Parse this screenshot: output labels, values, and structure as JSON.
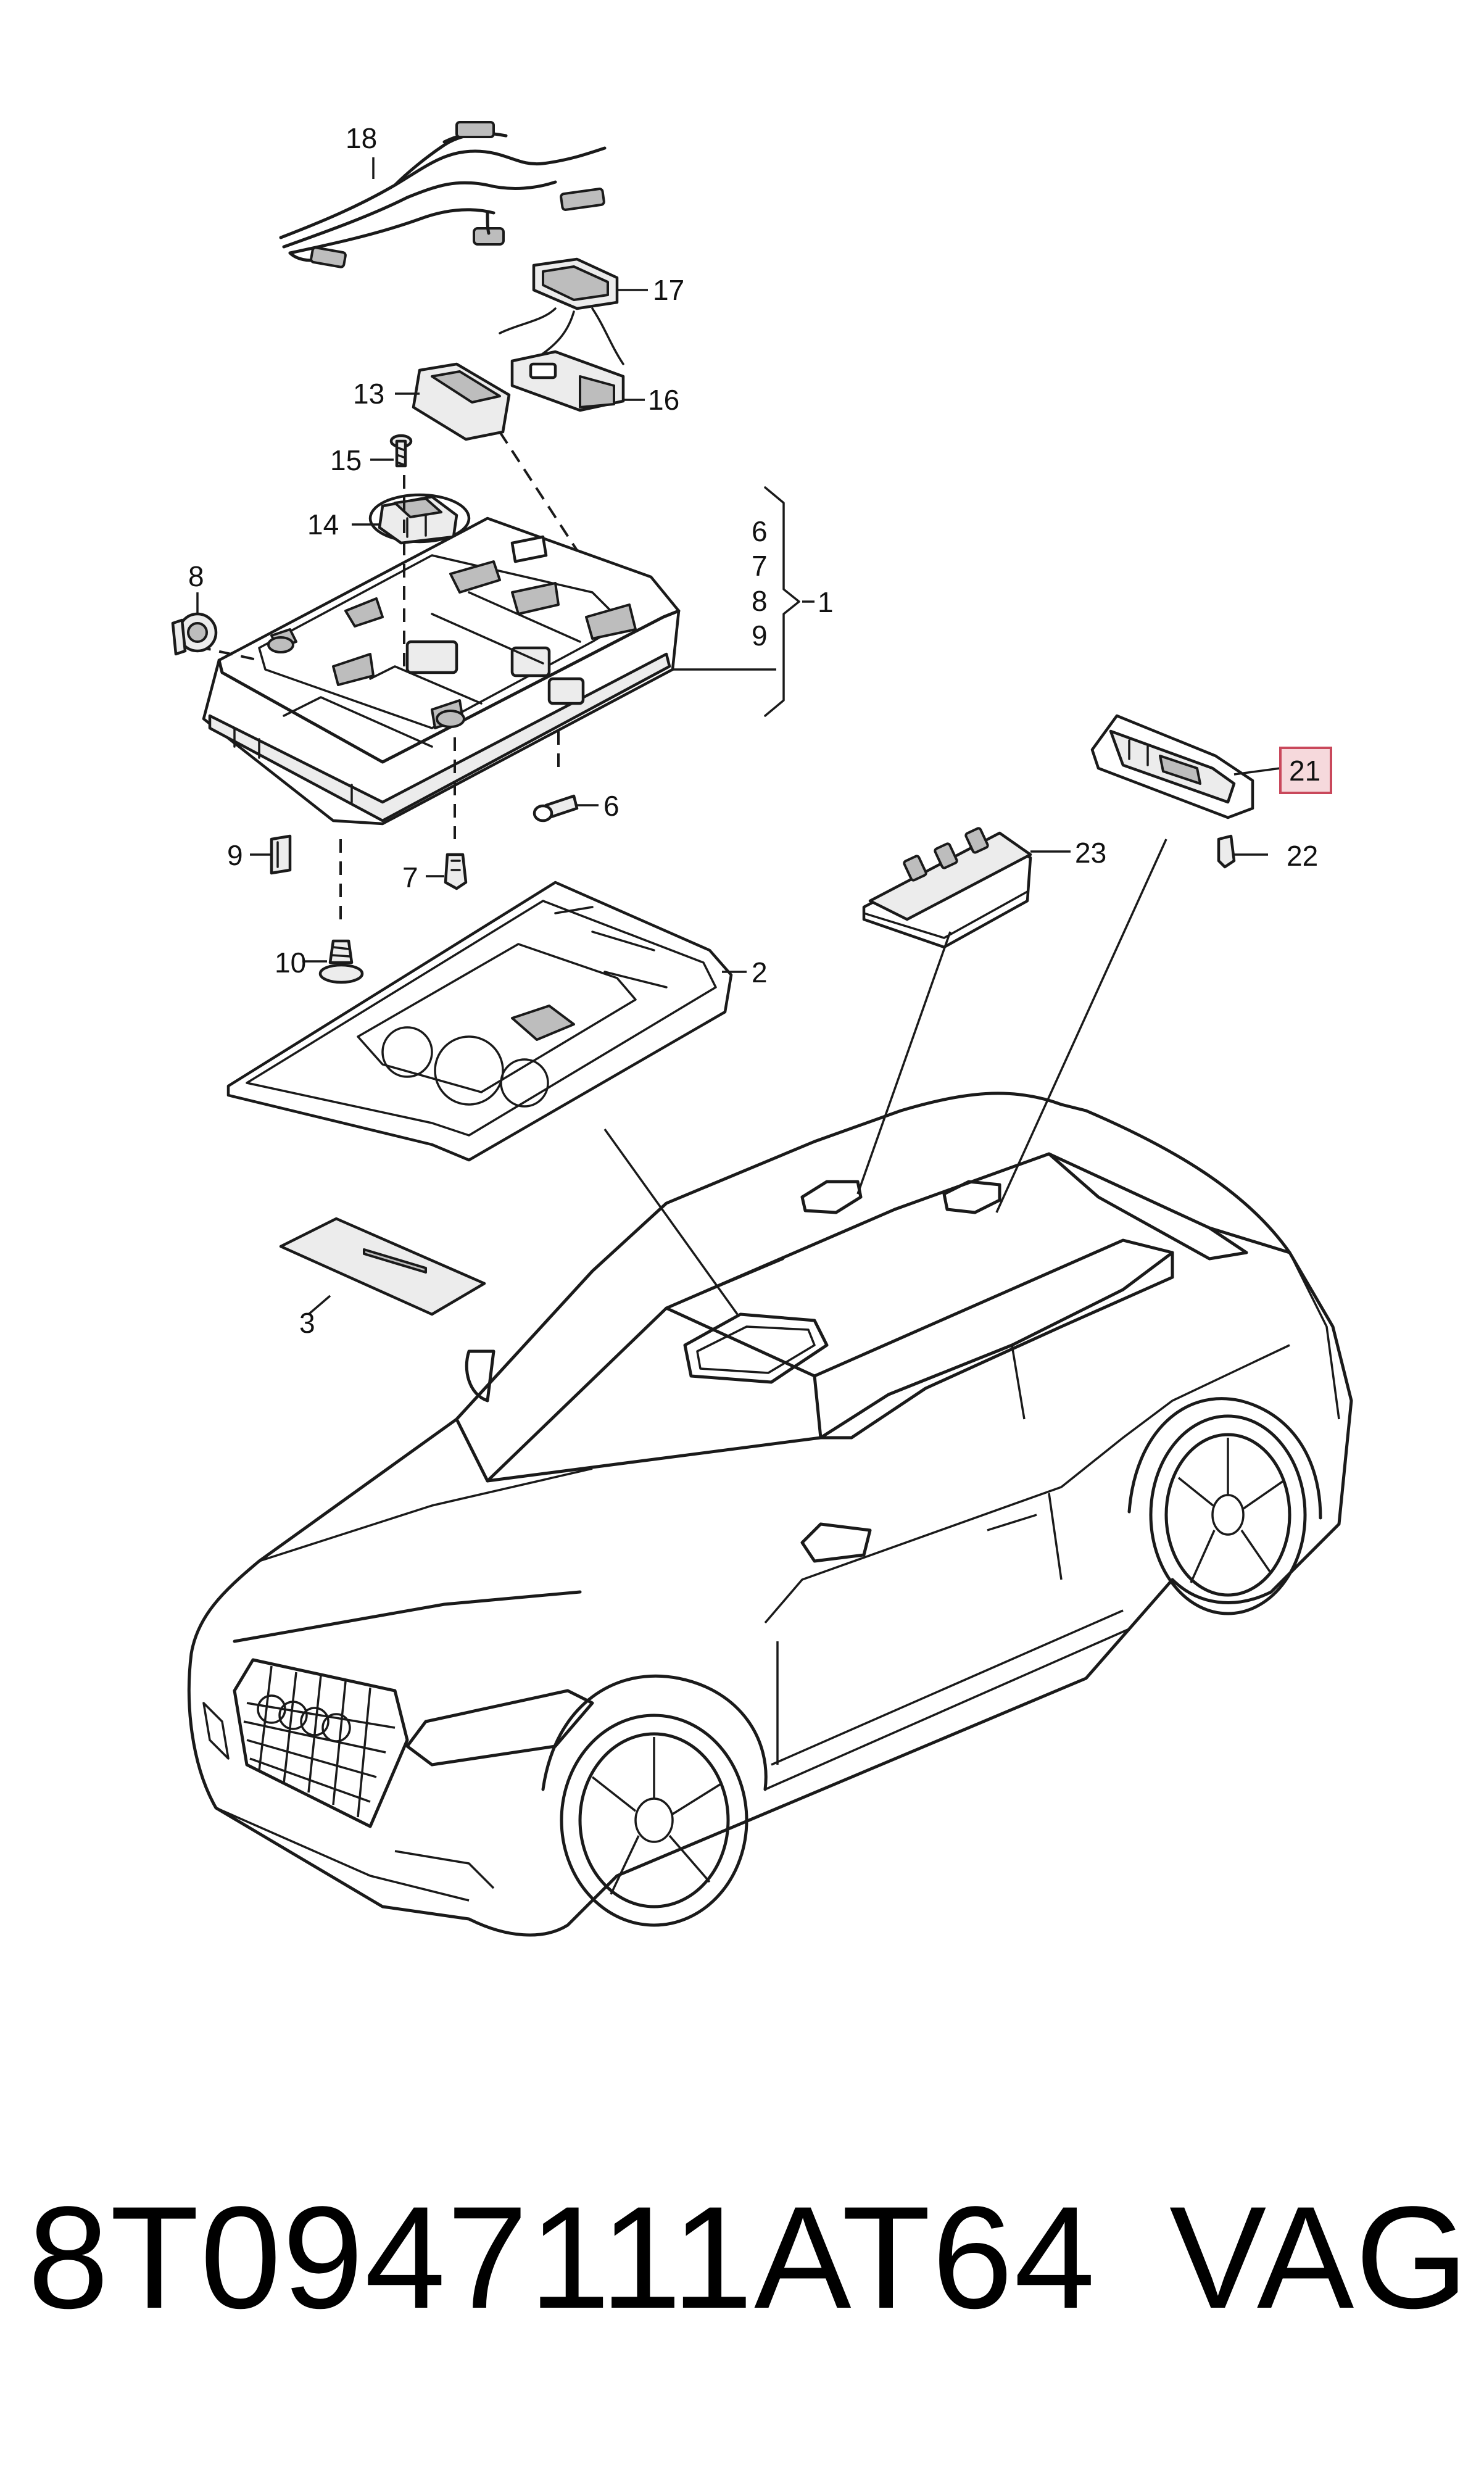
{
  "diagram": {
    "callouts": {
      "c1": "1",
      "c2": "2",
      "c3": "3",
      "c6a": "6",
      "c7a": "7",
      "c8a": "8",
      "c9a": "9",
      "c6b": "6",
      "c7b": "7",
      "c8b": "8",
      "c9b": "9",
      "c10": "10",
      "c13": "13",
      "c14": "14",
      "c15": "15",
      "c16": "16",
      "c17": "17",
      "c18": "18",
      "c21": "21",
      "c22": "22",
      "c23": "23"
    },
    "highlighted_callout": "21",
    "highlight_color": "#f6d9dc",
    "highlight_border": "#c9485b"
  },
  "footer": {
    "part_number": "8T0947111AT64",
    "brand": "VAG"
  }
}
